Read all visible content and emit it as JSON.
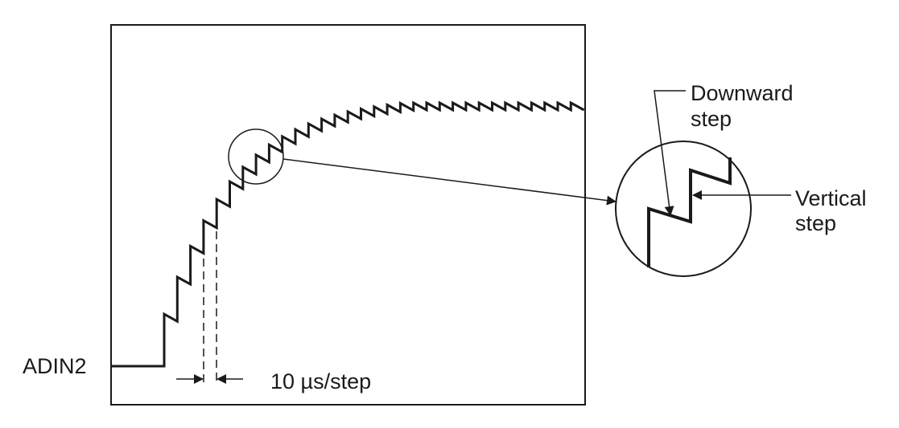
{
  "signal_label": "ADIN2",
  "timing_label": "10 µs/step",
  "callouts": {
    "downward_step": [
      "Downward",
      "step"
    ],
    "vertical_step": [
      "Vertical",
      "step"
    ]
  },
  "colors": {
    "stroke": "#1a1a1a",
    "background": "#ffffff"
  }
}
